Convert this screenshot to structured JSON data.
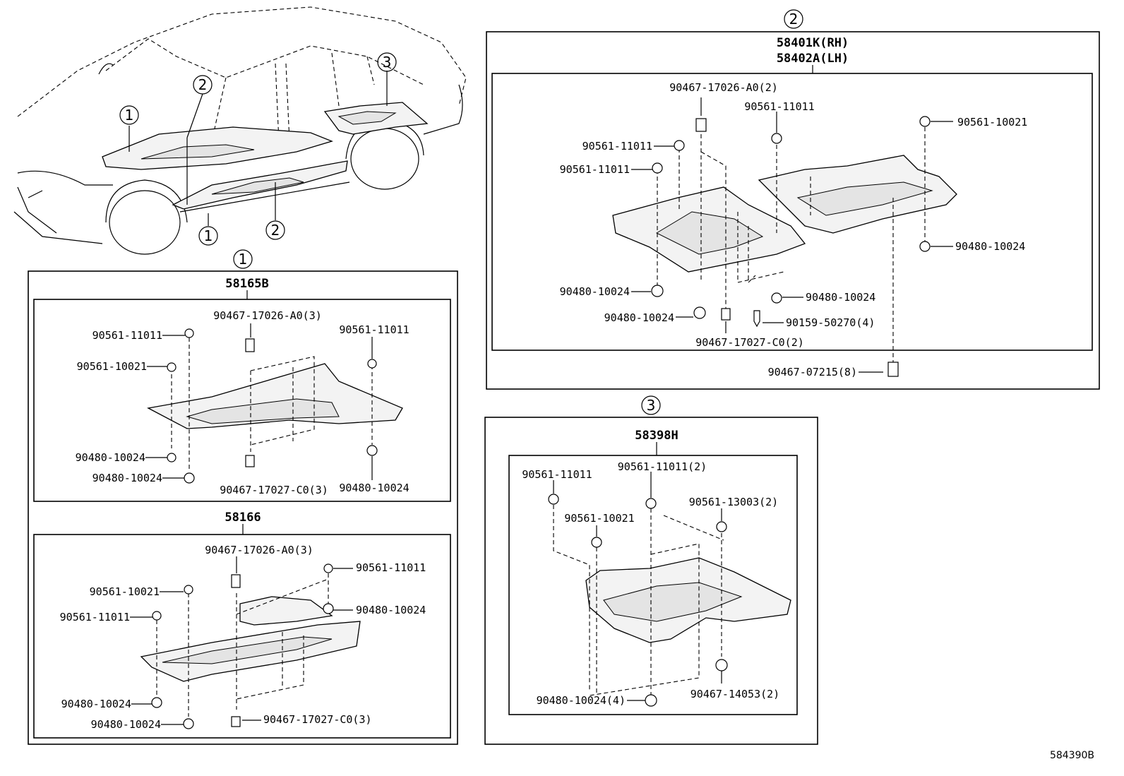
{
  "figure_id": "584390B",
  "overview": {
    "callouts": [
      "1",
      "2",
      "3",
      "1",
      "2"
    ]
  },
  "group1": {
    "number": "1",
    "upper": {
      "code": "58165B",
      "labels": [
        "90467-17026-A0(3)",
        "90561-11011",
        "90561-11011",
        "90561-10021",
        "90480-10024",
        "90480-10024",
        "90467-17027-C0(3)",
        "90480-10024"
      ]
    },
    "lower": {
      "code": "58166",
      "labels": [
        "90467-17026-A0(3)",
        "90561-11011",
        "90561-10021",
        "90480-10024",
        "90561-11011",
        "90480-10024",
        "90480-10024",
        "90467-17027-C0(3)"
      ]
    }
  },
  "group2": {
    "number": "2",
    "code_rh": "58401K(RH)",
    "code_lh": "58402A(LH)",
    "labels": [
      "90467-17026-A0(2)",
      "90561-11011",
      "90561-10021",
      "90561-11011",
      "90561-11011",
      "90480-10024",
      "90480-10024",
      "90480-10024",
      "90480-10024",
      "90159-50270(4)",
      "90467-17027-C0(2)",
      "90467-07215(8)"
    ]
  },
  "group3": {
    "number": "3",
    "code": "58398H",
    "labels": [
      "90561-11011",
      "90561-11011(2)",
      "90561-13003(2)",
      "90561-10021",
      "90480-10024(4)",
      "90467-14053(2)"
    ]
  }
}
